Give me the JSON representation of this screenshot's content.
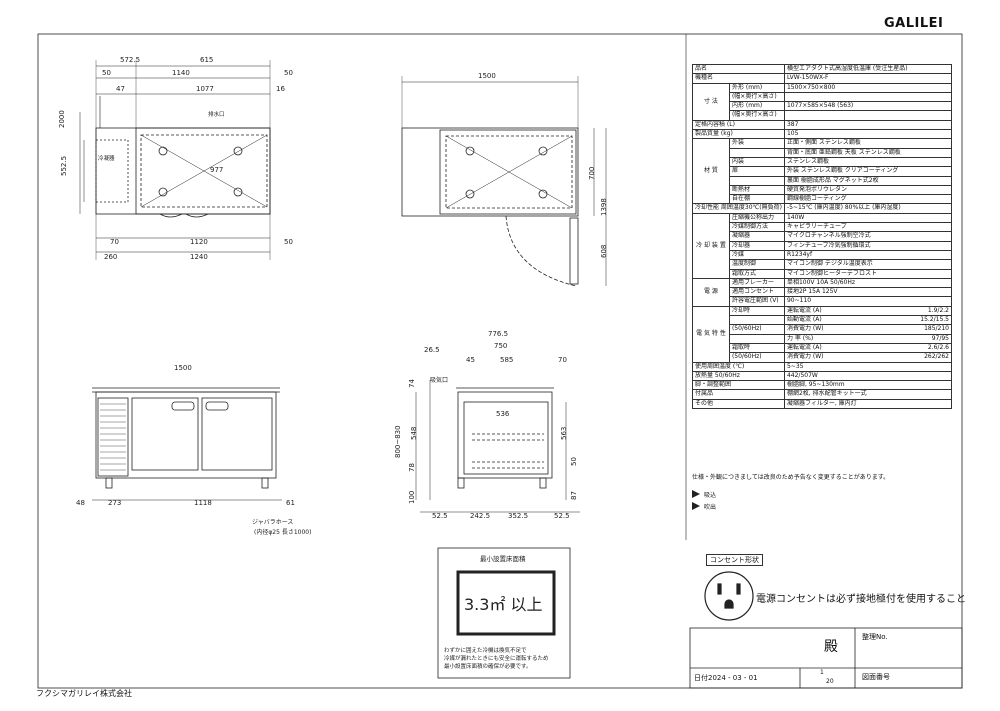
{
  "brand": "GALILEI",
  "company": "フクシマガリレイ株式会社",
  "dims": {
    "top_overall": "572.5",
    "top_615": "615",
    "top_50l": "50",
    "top_1140": "1140",
    "top_50r": "50",
    "top_47": "47",
    "top_1077": "1077",
    "top_16": "16",
    "top_2000": "2000",
    "top_552": "552.5",
    "top_977": "977",
    "top_70": "70",
    "top_1120": "1120",
    "top_50b": "50",
    "top_260": "260",
    "top_1240": "1240",
    "drain_label": "排水口",
    "cond_label": "冷凝器",
    "right_1500": "1500",
    "right_700": "700",
    "right_1398": "1398",
    "right_608": "608",
    "front_1500": "1500",
    "front_48": "48",
    "front_273": "273",
    "front_1118": "1118",
    "front_61": "61",
    "hose_label": "ジャバラホース",
    "hose_spec": "(内径φ25 長さ1000)",
    "side_776": "776.5",
    "side_750": "750",
    "side_26": "26.5",
    "side_45": "45",
    "side_585": "585",
    "side_70": "70",
    "side_74": "74",
    "side_548": "548",
    "side_800": "800~830",
    "side_78": "78",
    "side_100": "100",
    "side_536": "536",
    "side_563": "563",
    "side_50": "50",
    "side_87": "87",
    "side_52a": "52.5",
    "side_242": "242.5",
    "side_352": "352.5",
    "side_52b": "52.5",
    "side_vent": "吸気口"
  },
  "area": {
    "title": "最小設置床面積",
    "value": "3.3㎡ 以上",
    "n1": "わずかに囲えた冷機は換気不足で",
    "n2": "冷媒が漏れたときにも安全に運転するため",
    "n3": "最小設置床面積の確保が必要です。"
  },
  "spec": {
    "r0": [
      "品名",
      "横型エアダクト式高湿度低温庫 (受注生産品)"
    ],
    "r1": [
      "機種名",
      "LVW-150WX-F"
    ],
    "r2": [
      "外形 (mm)",
      "1500×750×800"
    ],
    "r3": [
      "(幅×奥行×高さ)",
      ""
    ],
    "r4": [
      "内形 (mm)",
      "1077×585×548 (563)"
    ],
    "r5": [
      "(幅×奥行×高さ)",
      ""
    ],
    "r6": [
      "定格内容積 (L)",
      "387"
    ],
    "r7": [
      "製品質量 (kg)",
      "105"
    ],
    "r8": [
      "外装",
      "正面・側面 ステンレス鋼板"
    ],
    "r9": [
      "",
      "背面・底面 亜鉛鋼板 天板 ステンレス鋼板"
    ],
    "r10": [
      "内装",
      "ステンレス鋼板"
    ],
    "r11": [
      "扉",
      "外装 ステンレス鋼板 クリアコーティング"
    ],
    "r12": [
      "",
      "裏面 樹脂成形品 マグネット式2枚"
    ],
    "r13": [
      "断熱材",
      "硬質発泡ポリウレタン"
    ],
    "r14": [
      "自在棚",
      "鋼線樹脂コーティング"
    ],
    "r15": [
      "冷却性能 周囲温度30℃(無負荷)",
      "-5~15℃ (庫内温度) 80%以上 (庫内湿度)"
    ],
    "r16": [
      "圧縮機公称出力",
      "140W"
    ],
    "r17": [
      "冷媒制御方法",
      "キャピラリーチューブ"
    ],
    "r18": [
      "凝縮器",
      "マイクロチャンネル強制空冷式"
    ],
    "r19": [
      "冷却器",
      "フィンチューブ冷気強制循環式"
    ],
    "r20": [
      "冷媒",
      "R1234yf"
    ],
    "r21": [
      "温度制御",
      "マイコン制御 デジタル温度表示"
    ],
    "r22": [
      "霜取方式",
      "マイコン制御ヒーターデフロスト"
    ],
    "r23": [
      "適用ブレーカー",
      "単相100V 10A 50/60Hz"
    ],
    "r24": [
      "適用コンセント",
      "接地2P 15A 125V"
    ],
    "r25": [
      "許容電圧範囲 (V)",
      "90~110"
    ],
    "r26": [
      "冷却時",
      "運転電流 (A)",
      "1.9/2.2"
    ],
    "r27": [
      "",
      "始動電流 (A)",
      "15.2/15.5"
    ],
    "r28": [
      "(50/60Hz)",
      "消費電力 (W)",
      "185/210"
    ],
    "r29": [
      "",
      "力 率 (%)",
      "97/95"
    ],
    "r30": [
      "霜取時",
      "運転電流 (A)",
      "2.6/2.6"
    ],
    "r31": [
      "(50/60Hz)",
      "消費電力 (W)",
      "262/262"
    ],
    "r32": [
      "使用周囲温度 (℃)",
      "5~35"
    ],
    "r33": [
      "放熱量 50/60Hz",
      "442/507W"
    ],
    "r34": [
      "脚・調整範囲",
      "樹脂脚, 95~130mm"
    ],
    "r35": [
      "付属品",
      "棚網2枚, 排水配管キット一式"
    ],
    "r36": [
      "その他",
      "凝縮器フィルター, 庫内灯"
    ],
    "g_dim": "寸 法",
    "g_mat": "材 質",
    "g_ref": "冷 却 装 置",
    "g_ele": "電 源",
    "g_prop": "電 気 特 性"
  },
  "notes": {
    "change": "仕様・外観につきましては改良のため予告なく変更することがあります。",
    "intake": "吸込",
    "exhaust": "吹出"
  },
  "outlet": {
    "label": "コンセント形状",
    "text": "電源コンセントは必ず接地極付を使用すること"
  },
  "titleblock": {
    "tono": "殿",
    "reg": "整理No.",
    "date": "日付2024 - 03 - 01",
    "scale_top": "1",
    "scale_bot": "20",
    "drawing": "図面番号"
  }
}
